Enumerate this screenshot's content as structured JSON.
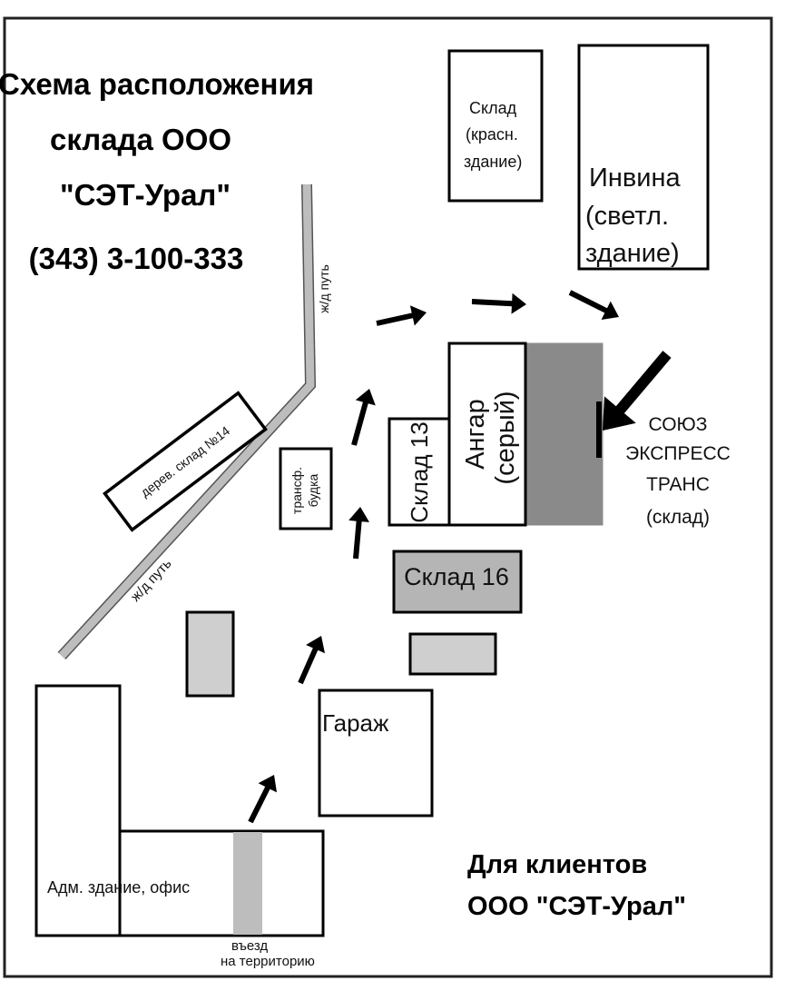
{
  "title": {
    "line1": "Схема расположения",
    "line2": "склада ООО",
    "line3": "\"СЭТ-Урал\"",
    "line4": "(343) 3-100-333"
  },
  "buildings": {
    "sklad_red": {
      "line1": "Склад",
      "line2": "(красн.",
      "line3": "здание)"
    },
    "invina": {
      "line1": "Инвина",
      "line2": "(светл.",
      "line3": "здание)"
    },
    "angar": {
      "line1": "Ангар",
      "line2": "(серый)"
    },
    "sklad13": "Склад 13",
    "sklad16": "Склад 16",
    "derev_sklad": "дерев. склад №14",
    "transf": {
      "line1": "трансф.",
      "line2": "будка"
    },
    "garage": "Гараж",
    "adm": "Адм. здание, офис"
  },
  "railway": {
    "upper": "ж/д путь",
    "lower": "ж/д путь"
  },
  "destination": {
    "line1": "СОЮЗ",
    "line2": "ЭКСПРЕСС",
    "line3": "ТРАНС",
    "line4": "(склад)"
  },
  "entrance": {
    "line1": "въезд",
    "line2": "на территорию"
  },
  "footer": {
    "line1": "Для клиентов",
    "line2": "ООО \"СЭТ-Урал\""
  },
  "colors": {
    "dark_gray": "#8a8a8a",
    "mid_gray": "#b5b5b5",
    "light_gray": "#cfcfcf",
    "rail": "#bdbdbd",
    "stroke": "#000000"
  },
  "icons": [
    "route-arrow",
    "destination-arrow"
  ]
}
